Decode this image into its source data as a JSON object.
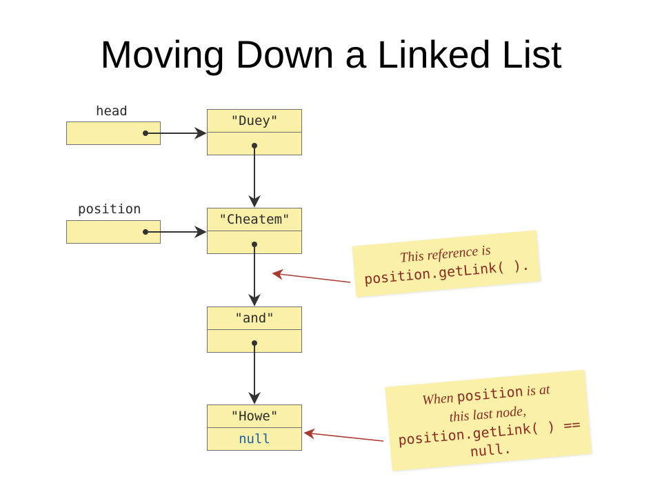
{
  "title": "Moving Down a Linked List",
  "variables": [
    {
      "label": "head"
    },
    {
      "label": "position"
    }
  ],
  "nodes": [
    {
      "data": "\"Duey\""
    },
    {
      "data": "\"Cheatem\""
    },
    {
      "data": "\"and\""
    },
    {
      "data": "\"Howe\"",
      "link": "null"
    }
  ],
  "callouts": {
    "first": {
      "line1": "This reference is",
      "line2": "position.getLink( )."
    },
    "second": {
      "line1_pre": "When ",
      "line1_code": "position",
      "line1_post": " is at",
      "line2": "this last node,",
      "line3": "position.getLink( ) ==",
      "line4": "null."
    }
  },
  "colors": {
    "box_fill": "#fbf0a7",
    "box_border": "#6f6f6f",
    "arrow": "#333333",
    "callout_text": "#8b2a22",
    "callout_arrow": "#a83a30",
    "null_text": "#1a5fa8"
  }
}
